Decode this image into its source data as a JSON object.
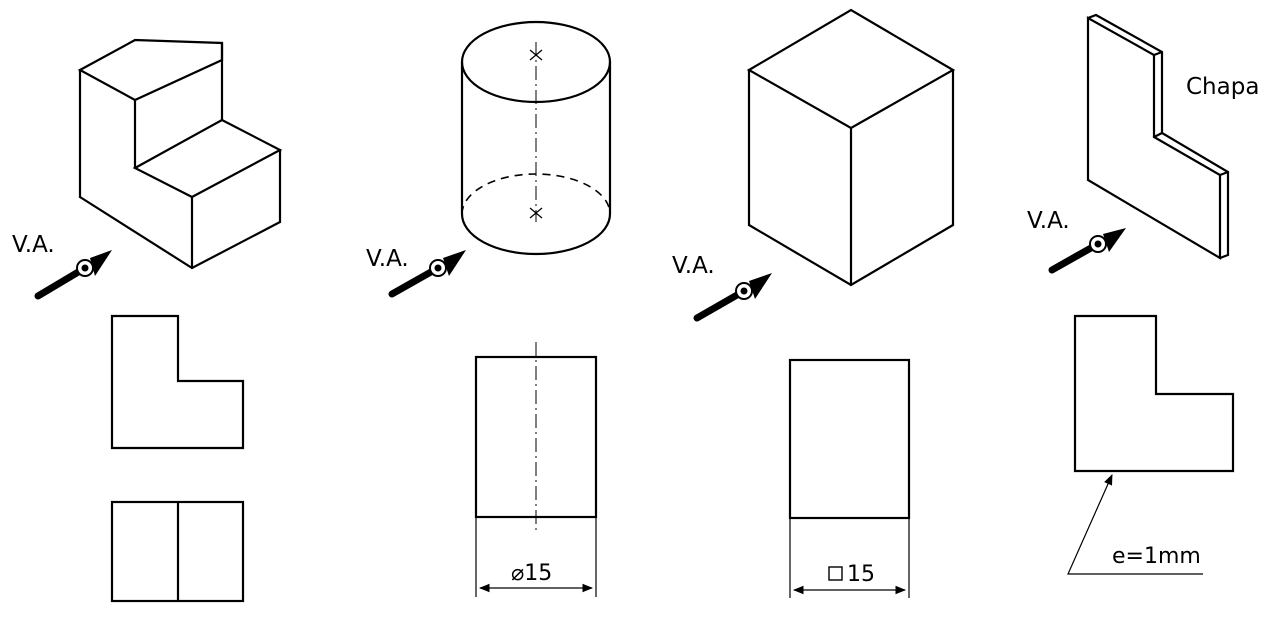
{
  "labels": {
    "view_arrow": "V.A.",
    "sheet": "Chapa",
    "diameter": "⌀15",
    "square": "15",
    "thickness": "e=1mm"
  },
  "icons": {
    "square_symbol": "square-symbol-icon",
    "diameter_symbol": "diameter-symbol",
    "view_arrow": "view-direction-arrow-icon"
  },
  "colors": {
    "line": "#000000",
    "background": "#ffffff"
  }
}
